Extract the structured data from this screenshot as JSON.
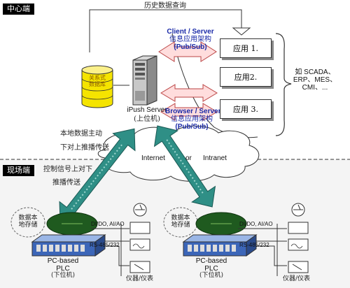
{
  "zones": {
    "center": "中心端",
    "field": "现场端"
  },
  "history_query": "历史数据查询",
  "database": [
    "关系式",
    "数据库"
  ],
  "server": {
    "name": "iPush Server",
    "role": "(上位机)"
  },
  "client_server": {
    "title": "Client / Server",
    "subtitle": "信息应用架构",
    "mode": "(Pub/Sub)"
  },
  "browser_server": {
    "title": "Browser / Server",
    "subtitle": "信息应用架构",
    "mode": "(Pub/Sub)"
  },
  "apps": [
    "应用 1.",
    "应用2.",
    "应用 3."
  ],
  "examples": [
    "如 SCADA、",
    "ERP、MES、",
    "CMI、..."
  ],
  "network": {
    "internet": "Internet",
    "or": "or",
    "intranet": "Intranet"
  },
  "push_note": [
    "本地数据主动",
    "下对上推播传送"
  ],
  "control_note": [
    "控制信号上对下",
    "推播传送"
  ],
  "sites": [
    {
      "storage": [
        "数据本",
        "地存储"
      ],
      "dio": "DI/DO, AI/AO",
      "rs": "RS-485/232",
      "plc": [
        "PC-based",
        "PLC",
        "(下位机)"
      ],
      "instrument": "仪器/仪表"
    },
    {
      "storage": [
        "数据本",
        "地存储"
      ],
      "dio": "DI/DO, AI/AO",
      "rs": "RS-485/232",
      "plc": [
        "PC-based",
        "PLC",
        "(下位机)"
      ],
      "instrument": "仪器/仪表"
    }
  ],
  "colors": {
    "db_fill": "#f5e400",
    "arrow_fill": "#2f8f86",
    "cloud_fill": "#ffffff",
    "field_bg": "#f4f4f4",
    "oval_fill": "#1f5a1f",
    "plc_fill": "#3c66b8"
  }
}
